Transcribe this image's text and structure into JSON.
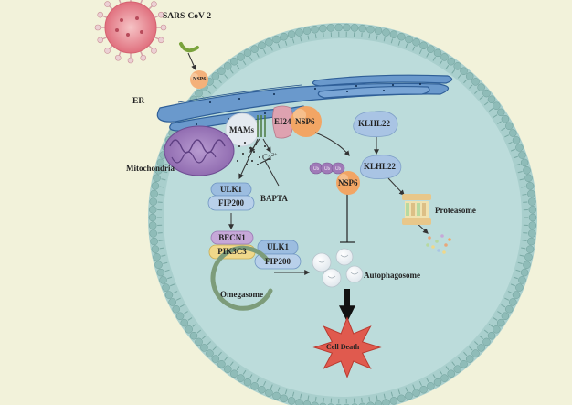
{
  "labels": {
    "virus": "SARS-CoV-2",
    "nsp6_entry": "NSP6",
    "er": "ER",
    "mams": "MAMs",
    "ei24": "EI24",
    "nsp6_er": "NSP6",
    "klhl22_top": "KLHL22",
    "mitochondria": "Mitochondria",
    "calcium": "Ca",
    "calcium_sup": "2+",
    "ub": "Ub",
    "klhl22_mid": "KLHL22",
    "nsp6_mid": "NSP6",
    "ulk1_top": "ULK1",
    "fip200_top": "FIP200",
    "bapta": "BAPTA",
    "proteasome": "Proteasome",
    "becn1": "BECN1",
    "pik3c3": "PIK3C3",
    "ulk1_bottom": "ULK1",
    "fip200_bottom": "FIP200",
    "omegasome": "Omegasome",
    "autophagosome": "Autophagosome",
    "cell_death": "Cell Death"
  },
  "colors": {
    "background": "#f2f2da",
    "membrane_bead": "#8fbcb8",
    "cytoplasm": "#bcdcdb",
    "er": "#5f8fc7",
    "mitochondria": "#9a74b8",
    "nsp6": "#f2a564",
    "ei24": "#d89aa8",
    "klhl22": "#a9c4e4",
    "ulk1": "#9cbde0",
    "becn1": "#c6a8d8",
    "pik3c3": "#f0d88a",
    "cell_death": "#e05a4e",
    "virus": "#e07a86"
  }
}
